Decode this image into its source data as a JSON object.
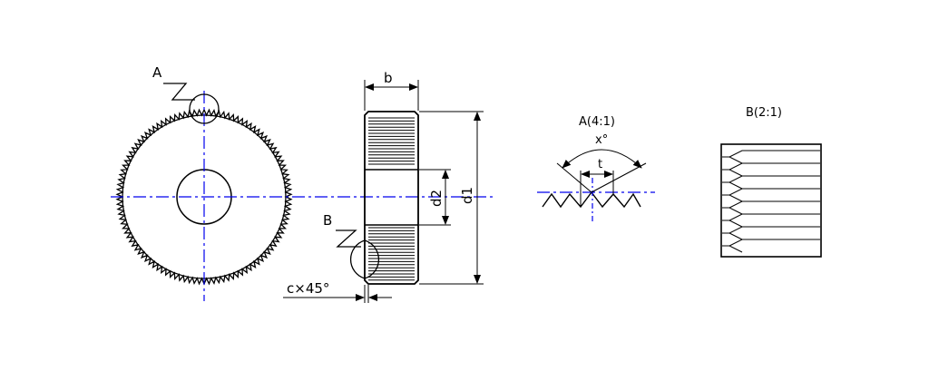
{
  "colors": {
    "outline": "#000000",
    "centerline": "#0000ee",
    "background": "#ffffff"
  },
  "labels": {
    "view_a_marker": "A",
    "view_b_marker": "B",
    "width": "b",
    "outer_diameter": "d1",
    "bore_diameter": "d2",
    "chamfer": "c×45°",
    "detail_a_title": "A(4:1)",
    "detail_b_title": "B(2:1)",
    "tooth_angle": "x°",
    "pitch": "t"
  }
}
